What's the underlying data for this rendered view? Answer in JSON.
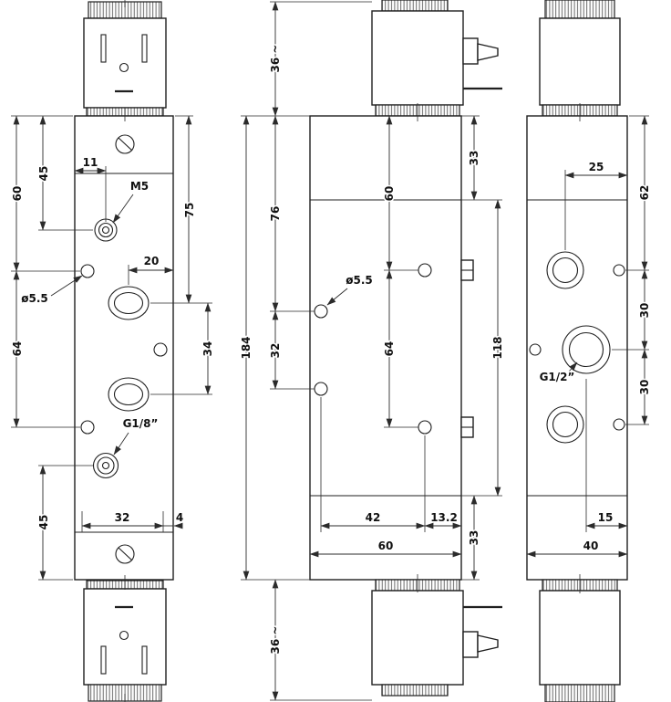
{
  "drawing": {
    "type": "technical-dimension-drawing",
    "subject": "solenoid-valve",
    "colors": {
      "ink": "#1f1f1f",
      "background": "#ffffff"
    }
  },
  "views": {
    "front": {
      "dims": {
        "v60": "60",
        "v45_top": "45",
        "h11": "11",
        "m5_label": "M5",
        "v75": "75",
        "h20": "20",
        "dia55": "ø5.5",
        "v64": "64",
        "v34": "34",
        "g18_label": "G1/8”",
        "v45_bottom": "45",
        "h32": "32",
        "h4": "4"
      }
    },
    "side": {
      "dims": {
        "sol_top": "36 ~",
        "v76": "76",
        "v60": "60",
        "v33_top": "33",
        "dia55": "ø5.5",
        "v32": "32",
        "v64": "64",
        "v118": "118",
        "v184": "184",
        "h42": "42",
        "h13_2": "13.2",
        "h60": "60",
        "v33_bottom": "33",
        "sol_bottom": "36 ~"
      }
    },
    "back": {
      "dims": {
        "h25": "25",
        "v62": "62",
        "v30_upper": "30",
        "v30_lower": "30",
        "g12_label": "G1/2”",
        "h15": "15",
        "h40": "40"
      }
    }
  }
}
